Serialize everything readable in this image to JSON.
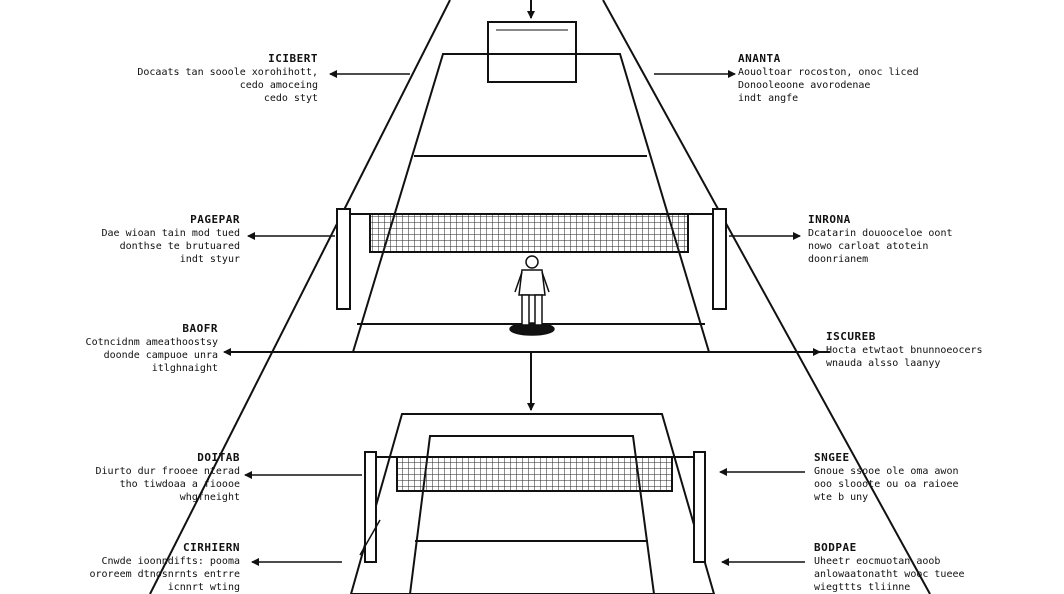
{
  "diagram": {
    "callouts": [
      {
        "id": "l1",
        "side": "left",
        "title": "ICIBERT",
        "body": "Docaats tan sooole xorohihott,\ncedo amoceing\ncedo styt"
      },
      {
        "id": "r1",
        "side": "right",
        "title": "ANANTA",
        "body": "Aouoltoar rocoston, onoc liced\nDonooleoone avorodenae\nindt angfe"
      },
      {
        "id": "l2",
        "side": "left",
        "title": "PAGEPAR",
        "body": "Dae wioan tain mod tued\ndonthse te brutuared\nindt styur"
      },
      {
        "id": "r2",
        "side": "right",
        "title": "INRONA",
        "body": "Dcatarin douooceloe oont\nnowo carloat atotein\ndoonrianem"
      },
      {
        "id": "l3",
        "side": "left",
        "title": "BAOFR",
        "body": "Cotncidnm ameathoostsy\ndoonde campuoe unra\nitlghnaight"
      },
      {
        "id": "r3",
        "side": "right",
        "title": "ISCUREB",
        "body": "Hocta etwtaot bnunnoeocers\nwnauda alsso laanyy"
      },
      {
        "id": "l4",
        "side": "left",
        "title": "DOITAB",
        "body": "Diurto dur frooee nterad\ntho tiwdoaa a fioooe\nwhgfneight"
      },
      {
        "id": "r4",
        "side": "right",
        "title": "SNGEE",
        "body": "Gnoue ssooe ole oma awon\nooo slooote ou oa raioee\nwte b uny"
      },
      {
        "id": "l5",
        "side": "left",
        "title": "CIRHIERN",
        "body": "Cnwde ioonndifts: pooma\nororeem dtnosnrnts entrre\nicnnrt wting"
      },
      {
        "id": "r5",
        "side": "right",
        "title": "BODPAE",
        "body": "Uheetr eocmuotan aoob\nanlowaatonatht wooc tueee\nwiegttts tliinne"
      }
    ]
  }
}
